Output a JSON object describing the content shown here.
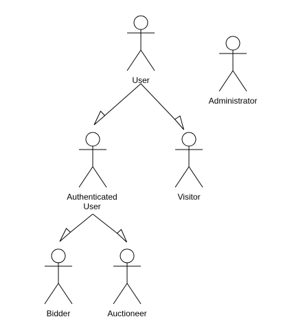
{
  "diagram": {
    "type": "uml-use-case-actor-generalization",
    "stroke_color": "#000000",
    "background_color": "#ffffff",
    "actors": [
      {
        "id": "user",
        "label": "User",
        "icon": "stick-figure-icon"
      },
      {
        "id": "administrator",
        "label": "Administrator",
        "icon": "stick-figure-icon"
      },
      {
        "id": "authenticated_user",
        "label_lines": [
          "Authenticated",
          "User"
        ],
        "icon": "stick-figure-icon"
      },
      {
        "id": "visitor",
        "label": "Visitor",
        "icon": "stick-figure-icon"
      },
      {
        "id": "bidder",
        "label": "Bidder",
        "icon": "stick-figure-icon"
      },
      {
        "id": "auctioneer",
        "label": "Auctioneer",
        "icon": "stick-figure-icon"
      }
    ],
    "generalizations": [
      {
        "from": "user",
        "to": "authenticated_user",
        "arrowhead": "hollow-triangle"
      },
      {
        "from": "user",
        "to": "visitor",
        "arrowhead": "hollow-triangle"
      },
      {
        "from": "authenticated_user",
        "to": "bidder",
        "arrowhead": "hollow-triangle"
      },
      {
        "from": "authenticated_user",
        "to": "auctioneer",
        "arrowhead": "hollow-triangle"
      }
    ]
  }
}
